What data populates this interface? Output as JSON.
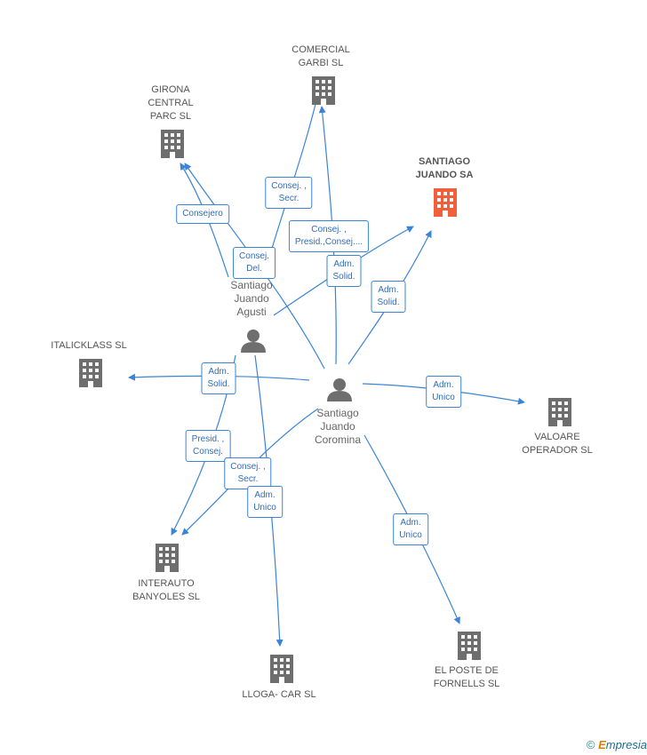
{
  "companies": [
    {
      "id": "comercial",
      "label": "COMERCIAL\nGARBI SL",
      "focus": false
    },
    {
      "id": "girona",
      "label": "GIRONA\nCENTRAL\nPARC SL",
      "focus": false
    },
    {
      "id": "santiago-juando-sa",
      "label": "SANTIAGO\nJUANDO SA",
      "focus": true
    },
    {
      "id": "italicklass",
      "label": "ITALICKLASS SL",
      "focus": false
    },
    {
      "id": "valoare",
      "label": "VALOARE\nOPERADOR SL",
      "focus": false
    },
    {
      "id": "interauto",
      "label": "INTERAUTO\nBANYOLES SL",
      "focus": false
    },
    {
      "id": "lloga",
      "label": "LLOGA- CAR SL",
      "focus": false
    },
    {
      "id": "elposte",
      "label": "EL POSTE DE\nFORNELLS SL",
      "focus": false
    }
  ],
  "people": [
    {
      "id": "agusti",
      "label": "Santiago\nJuando\nAgusti"
    },
    {
      "id": "coromina",
      "label": "Santiago\nJuando\nCoromina"
    }
  ],
  "relations": [
    {
      "id": "r1",
      "label": "Consejero"
    },
    {
      "id": "r2",
      "label": "Consej. ,\nSecr."
    },
    {
      "id": "r3",
      "label": "Consej. ,\nPresid.,Consej...."
    },
    {
      "id": "r4",
      "label": "Consej.\nDel."
    },
    {
      "id": "r5",
      "label": "Adm.\nSolid."
    },
    {
      "id": "r6",
      "label": "Adm.\nSolid."
    },
    {
      "id": "r7",
      "label": "Adm.\nSolid."
    },
    {
      "id": "r8",
      "label": "Adm.\nUnico"
    },
    {
      "id": "r9",
      "label": "Presid. ,\nConsej."
    },
    {
      "id": "r10",
      "label": "Consej. ,\nSecr."
    },
    {
      "id": "r11",
      "label": "Adm.\nUnico"
    },
    {
      "id": "r12",
      "label": "Adm.\nUnico"
    }
  ],
  "colors": {
    "edge": "#3a84d8",
    "building": "#6e6e6e",
    "focus_building": "#f0603a",
    "person": "#6e6e6e"
  },
  "brand": {
    "symbol": "©",
    "first_letter": "E",
    "rest": "mpresia"
  }
}
